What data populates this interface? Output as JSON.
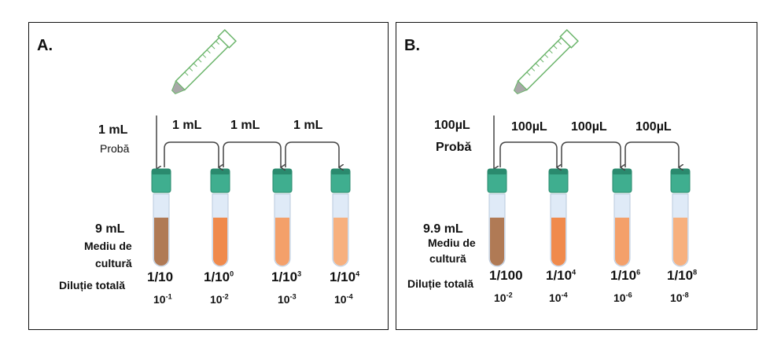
{
  "panels": [
    {
      "label": "A.",
      "sample_volume": "1 mL",
      "sample_label": "Probă",
      "transfer_labels": [
        "1 mL",
        "1 mL",
        "1 mL"
      ],
      "medium_volume": "9 mL",
      "medium_label_1": "Mediu de",
      "medium_label_2": "cultură",
      "total_dilution_label": "Diluție totală",
      "fractions": [
        {
          "base": "1/10",
          "sup": ""
        },
        {
          "base": "1/10",
          "sup": "0"
        },
        {
          "base": "1/10",
          "sup": "3"
        },
        {
          "base": "1/10",
          "sup": "4"
        }
      ],
      "exponents": [
        {
          "base": "10",
          "sup": "-1"
        },
        {
          "base": "10",
          "sup": "-2"
        },
        {
          "base": "10",
          "sup": "-3"
        },
        {
          "base": "10",
          "sup": "-4"
        }
      ],
      "liquid_colors": [
        "#b07a55",
        "#f08a4c",
        "#f4a06a",
        "#f7b07e"
      ]
    },
    {
      "label": "B.",
      "sample_volume": "100µL",
      "sample_label": "Probă",
      "transfer_labels": [
        "100µL",
        "100µL",
        "100µL"
      ],
      "medium_volume": "9.9 mL",
      "medium_label_1": "Mediu de",
      "medium_label_2": "cultură",
      "total_dilution_label": "Diluție totală",
      "fractions": [
        {
          "base": "1/100",
          "sup": ""
        },
        {
          "base": "1/10",
          "sup": "4"
        },
        {
          "base": "1/10",
          "sup": "6"
        },
        {
          "base": "1/10",
          "sup": "8"
        }
      ],
      "exponents": [
        {
          "base": "10",
          "sup": "-2"
        },
        {
          "base": "10",
          "sup": "-4"
        },
        {
          "base": "10",
          "sup": "-6"
        },
        {
          "base": "10",
          "sup": "-8"
        }
      ],
      "liquid_colors": [
        "#b07a55",
        "#f08a4c",
        "#f4a06a",
        "#f7b07e"
      ]
    }
  ],
  "colors": {
    "cap": "#3fae8f",
    "cap_dark": "#2a8a6e",
    "tube_glass": "#dfeaf7",
    "pipette_outline": "#6cb56c",
    "pipette_tip": "#a8a8a8",
    "arrow": "#444444"
  }
}
